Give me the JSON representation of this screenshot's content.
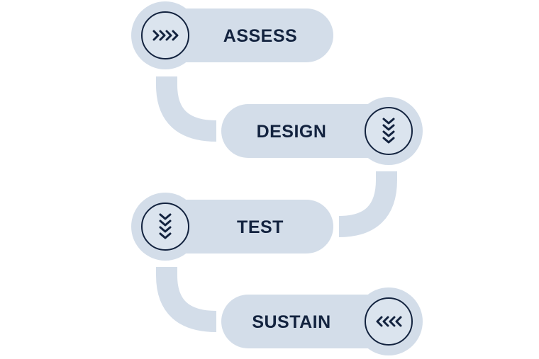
{
  "colors": {
    "pill": "#d3dde9",
    "connector": "#d3dde9",
    "text": "#13233f",
    "icon_stroke": "#13233f",
    "icon_fill": "#dbe4ee"
  },
  "steps": [
    {
      "label": "ASSESS",
      "icon": "chevrons-right-icon"
    },
    {
      "label": "DESIGN",
      "icon": "chevrons-down-icon"
    },
    {
      "label": "TEST",
      "icon": "chevrons-down-icon"
    },
    {
      "label": "SUSTAIN",
      "icon": "chevrons-left-icon"
    }
  ]
}
